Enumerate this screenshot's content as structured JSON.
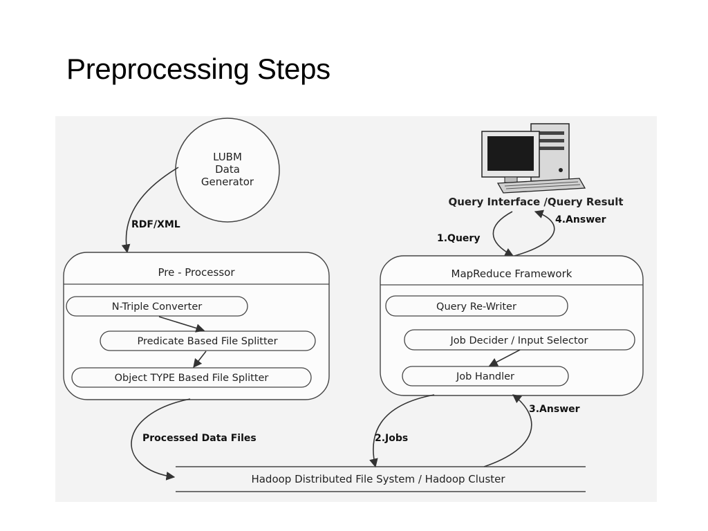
{
  "slide": {
    "title": "Preprocessing Steps"
  },
  "diagram": {
    "generator": {
      "lines": [
        "LUBM",
        "Data",
        "Generator"
      ]
    },
    "edges": {
      "rdf_xml": "RDF/XML",
      "processed_data_files": "Processed Data Files",
      "query": "1.Query",
      "jobs": "2.Jobs",
      "answer_cluster": "3.Answer",
      "answer_user": "4.Answer"
    },
    "preprocessor": {
      "title": "Pre - Processor",
      "steps": [
        "N-Triple  Converter",
        "Predicate Based File Splitter",
        "Object TYPE Based File Splitter"
      ]
    },
    "query_interface": {
      "label": "Query Interface /Query Result"
    },
    "mapreduce": {
      "title": "MapReduce Framework",
      "steps": [
        "Query Re-Writer",
        "Job Decider / Input Selector",
        "Job Handler"
      ]
    },
    "hadoop": {
      "label": "Hadoop Distributed File System / Hadoop Cluster"
    }
  }
}
